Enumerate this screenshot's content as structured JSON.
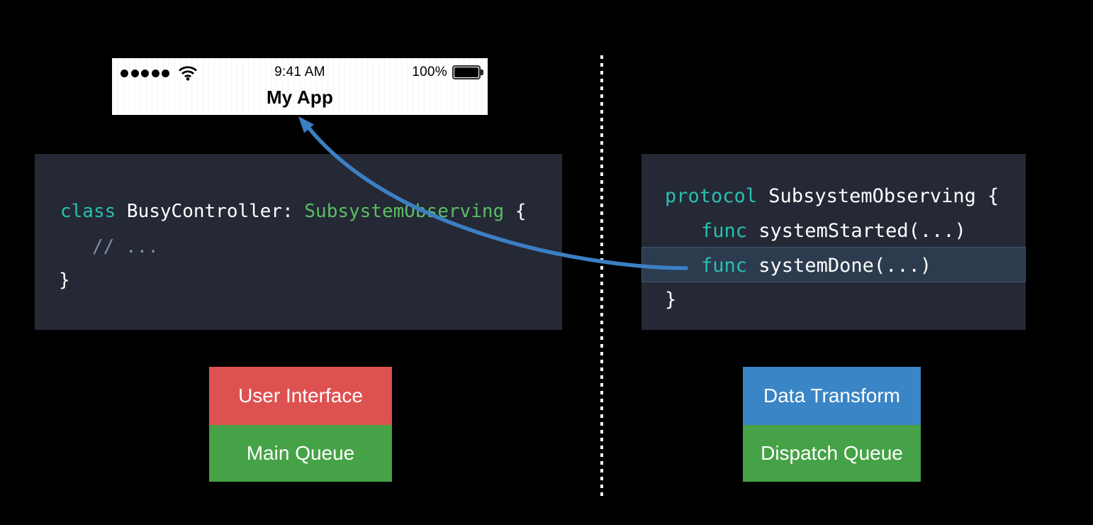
{
  "status_bar": {
    "time": "9:41 AM",
    "battery_percent": "100%",
    "app_title": "My App"
  },
  "code_left": {
    "line1": {
      "kw": "class",
      "p1": " BusyController: ",
      "type": "SubsystemObserving",
      "p2": " {"
    },
    "line2": {
      "comment": "// ..."
    },
    "line3": {
      "p1": "}"
    }
  },
  "code_right": {
    "line1": {
      "kw": "protocol",
      "p1": " SubsystemObserving {"
    },
    "line2": {
      "kw": "func",
      "p1": " systemStarted(...)"
    },
    "line3": {
      "kw": "func",
      "p1": " systemDone(...)"
    },
    "line4": {
      "p1": "}"
    }
  },
  "queue_boxes": {
    "left": {
      "top": "User Interface",
      "bottom": "Main Queue"
    },
    "right": {
      "top": "Data Transform",
      "bottom": "Dispatch Queue"
    }
  },
  "colors": {
    "background": "#000000",
    "statusbar_bg": "#FFFFFF",
    "statusbar_text": "#000000",
    "code_bg": "#242935",
    "code_text": "#FFFFFF",
    "keyword": "#2BBFB1",
    "type_name": "#5CBD64",
    "comment": "#828BA6",
    "highlight_bg": "#2D3B4E",
    "highlight_border": "#42546C",
    "arrow_blue": "#3B7FC4",
    "box_red": "#DD5150",
    "box_green": "#46A247",
    "box_blue": "#3A85C5",
    "divider_white": "#FFFFFF"
  }
}
